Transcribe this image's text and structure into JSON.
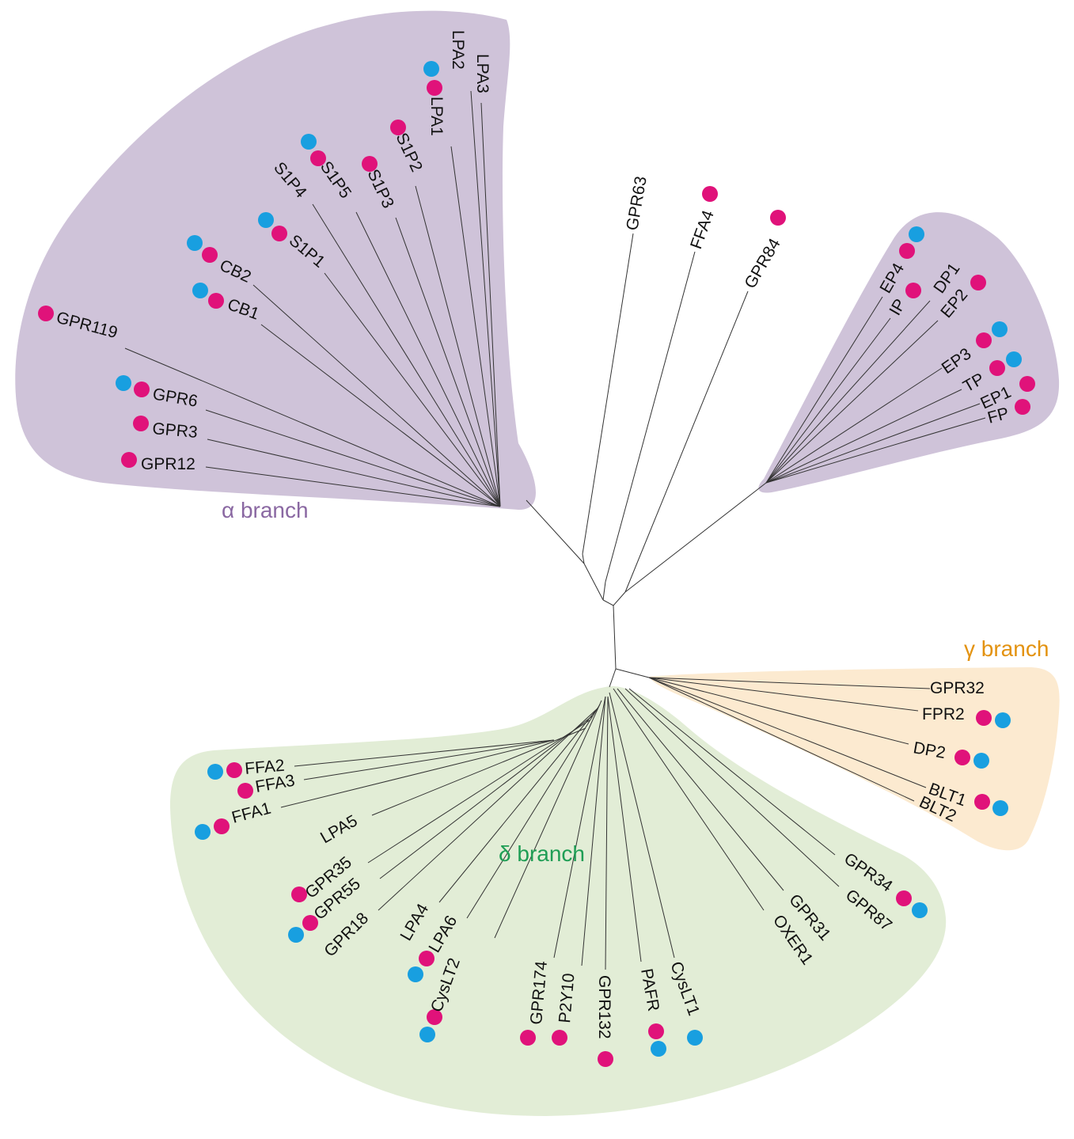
{
  "colors": {
    "alpha_fill": "#cfc3d9",
    "gamma_fill": "#fcead0",
    "delta_fill": "#e2edd6",
    "alpha_text": "#8a68a2",
    "gamma_text": "#e3920f",
    "delta_text": "#1f9e55",
    "marker_pink": "#e0127a",
    "marker_blue": "#189fe0"
  },
  "branches": {
    "alpha": "α branch",
    "gamma": "γ branch",
    "delta": "δ branch"
  },
  "leaves": [
    {
      "id": "lpa2",
      "label": "LPA2",
      "markers": [
        "blue"
      ]
    },
    {
      "id": "lpa3",
      "label": "LPA3",
      "markers": []
    },
    {
      "id": "lpa1",
      "label": "LPA1",
      "markers": [
        "pink"
      ]
    },
    {
      "id": "s1p2",
      "label": "S1P2",
      "markers": [
        "pink"
      ]
    },
    {
      "id": "s1p3",
      "label": "S1P3",
      "markers": [
        "pink"
      ]
    },
    {
      "id": "s1p5",
      "label": "S1P5",
      "markers": [
        "pink",
        "blue"
      ]
    },
    {
      "id": "s1p4",
      "label": "S1P4",
      "markers": []
    },
    {
      "id": "s1p1",
      "label": "S1P1",
      "markers": [
        "pink",
        "blue"
      ]
    },
    {
      "id": "cb2",
      "label": "CB2",
      "markers": [
        "pink",
        "blue"
      ]
    },
    {
      "id": "cb1",
      "label": "CB1",
      "markers": [
        "pink",
        "blue"
      ]
    },
    {
      "id": "gpr119",
      "label": "GPR119",
      "markers": [
        "pink"
      ]
    },
    {
      "id": "gpr6",
      "label": "GPR6",
      "markers": [
        "pink",
        "blue"
      ]
    },
    {
      "id": "gpr3",
      "label": "GPR3",
      "markers": [
        "pink"
      ]
    },
    {
      "id": "gpr12",
      "label": "GPR12",
      "markers": [
        "pink"
      ]
    },
    {
      "id": "gpr63",
      "label": "GPR63",
      "markers": []
    },
    {
      "id": "ffa4",
      "label": "FFA4",
      "markers": [
        "pink"
      ]
    },
    {
      "id": "gpr84",
      "label": "GPR84",
      "markers": [
        "pink"
      ]
    },
    {
      "id": "ep4",
      "label": "EP4",
      "markers": [
        "pink",
        "blue"
      ]
    },
    {
      "id": "ip",
      "label": "IP",
      "markers": [
        "pink"
      ]
    },
    {
      "id": "dp1",
      "label": "DP1",
      "markers": [
        "pink"
      ]
    },
    {
      "id": "ep2",
      "label": "EP2",
      "markers": []
    },
    {
      "id": "ep3",
      "label": "EP3",
      "markers": [
        "pink",
        "blue"
      ]
    },
    {
      "id": "tp",
      "label": "TP",
      "markers": [
        "pink",
        "blue"
      ]
    },
    {
      "id": "ep1",
      "label": "EP1",
      "markers": [
        "pink"
      ]
    },
    {
      "id": "fp",
      "label": "FP",
      "markers": [
        "pink"
      ]
    },
    {
      "id": "gpr32",
      "label": "GPR32",
      "markers": []
    },
    {
      "id": "fpr2",
      "label": "FPR2",
      "markers": [
        "pink",
        "blue"
      ]
    },
    {
      "id": "dp2",
      "label": "DP2",
      "markers": [
        "pink",
        "blue"
      ]
    },
    {
      "id": "blt1",
      "label": "BLT1",
      "markers": [
        "pink",
        "blue"
      ]
    },
    {
      "id": "blt2",
      "label": "BLT2",
      "markers": []
    },
    {
      "id": "ffa2",
      "label": "FFA2",
      "markers": [
        "pink",
        "blue"
      ]
    },
    {
      "id": "ffa3",
      "label": "FFA3",
      "markers": [
        "pink"
      ]
    },
    {
      "id": "ffa1",
      "label": "FFA1",
      "markers": [
        "pink",
        "blue"
      ]
    },
    {
      "id": "lpa5",
      "label": "LPA5",
      "markers": []
    },
    {
      "id": "gpr35",
      "label": "GPR35",
      "markers": [
        "pink"
      ]
    },
    {
      "id": "gpr55",
      "label": "GPR55",
      "markers": [
        "pink",
        "blue"
      ]
    },
    {
      "id": "gpr18",
      "label": "GPR18",
      "markers": []
    },
    {
      "id": "lpa4",
      "label": "LPA4",
      "markers": []
    },
    {
      "id": "lpa6",
      "label": "LPA6",
      "markers": [
        "pink",
        "blue"
      ]
    },
    {
      "id": "cyslt2",
      "label": "CysLT2",
      "markers": [
        "pink",
        "blue"
      ]
    },
    {
      "id": "gpr174",
      "label": "GPR174",
      "markers": [
        "pink"
      ]
    },
    {
      "id": "p2y10",
      "label": "P2Y10",
      "markers": [
        "pink"
      ]
    },
    {
      "id": "gpr132",
      "label": "GPR132",
      "markers": [
        "pink"
      ]
    },
    {
      "id": "pafr",
      "label": "PAFR",
      "markers": [
        "pink",
        "blue"
      ]
    },
    {
      "id": "cyslt1",
      "label": "CysLT1",
      "markers": [
        "blue"
      ]
    },
    {
      "id": "oxer1",
      "label": "OXER1",
      "markers": []
    },
    {
      "id": "gpr31",
      "label": "GPR31",
      "markers": []
    },
    {
      "id": "gpr87",
      "label": "GPR87",
      "markers": []
    },
    {
      "id": "gpr34",
      "label": "GPR34",
      "markers": [
        "pink",
        "blue"
      ]
    }
  ]
}
